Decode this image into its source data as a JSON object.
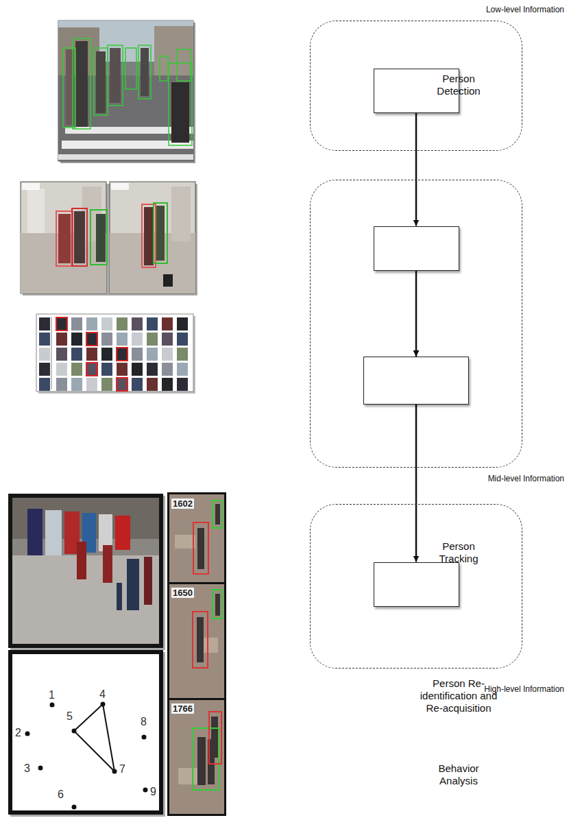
{
  "diagram": {
    "nodes": [
      {
        "text": [
          "Low-level Information"
        ]
      },
      {
        "text": [
          "Person Detection"
        ],
        "in": 0
      },
      {
        "text": [
          "Mid-level Information"
        ]
      },
      {
        "text": [
          "Person Tracking"
        ],
        "in": 2
      },
      {
        "text": [
          "Person Re-identification and Re-acquisition"
        ],
        "in": 2
      },
      {
        "text": [
          "High-level Information"
        ]
      },
      {
        "text": [
          "Behavior Analysis"
        ],
        "in": 5
      }
    ],
    "edges": [
      {
        "from": 1,
        "to": 3,
        "arrow": "to"
      },
      {
        "from": 3,
        "to": 4,
        "arrow": "to"
      },
      {
        "from": 4,
        "to": 6,
        "arrow": "to"
      }
    ],
    "labels": [
      "1602",
      "1650",
      "1766",
      "1",
      "2",
      "3",
      "4",
      "5",
      "6",
      "7",
      "8",
      "9"
    ]
  }
}
